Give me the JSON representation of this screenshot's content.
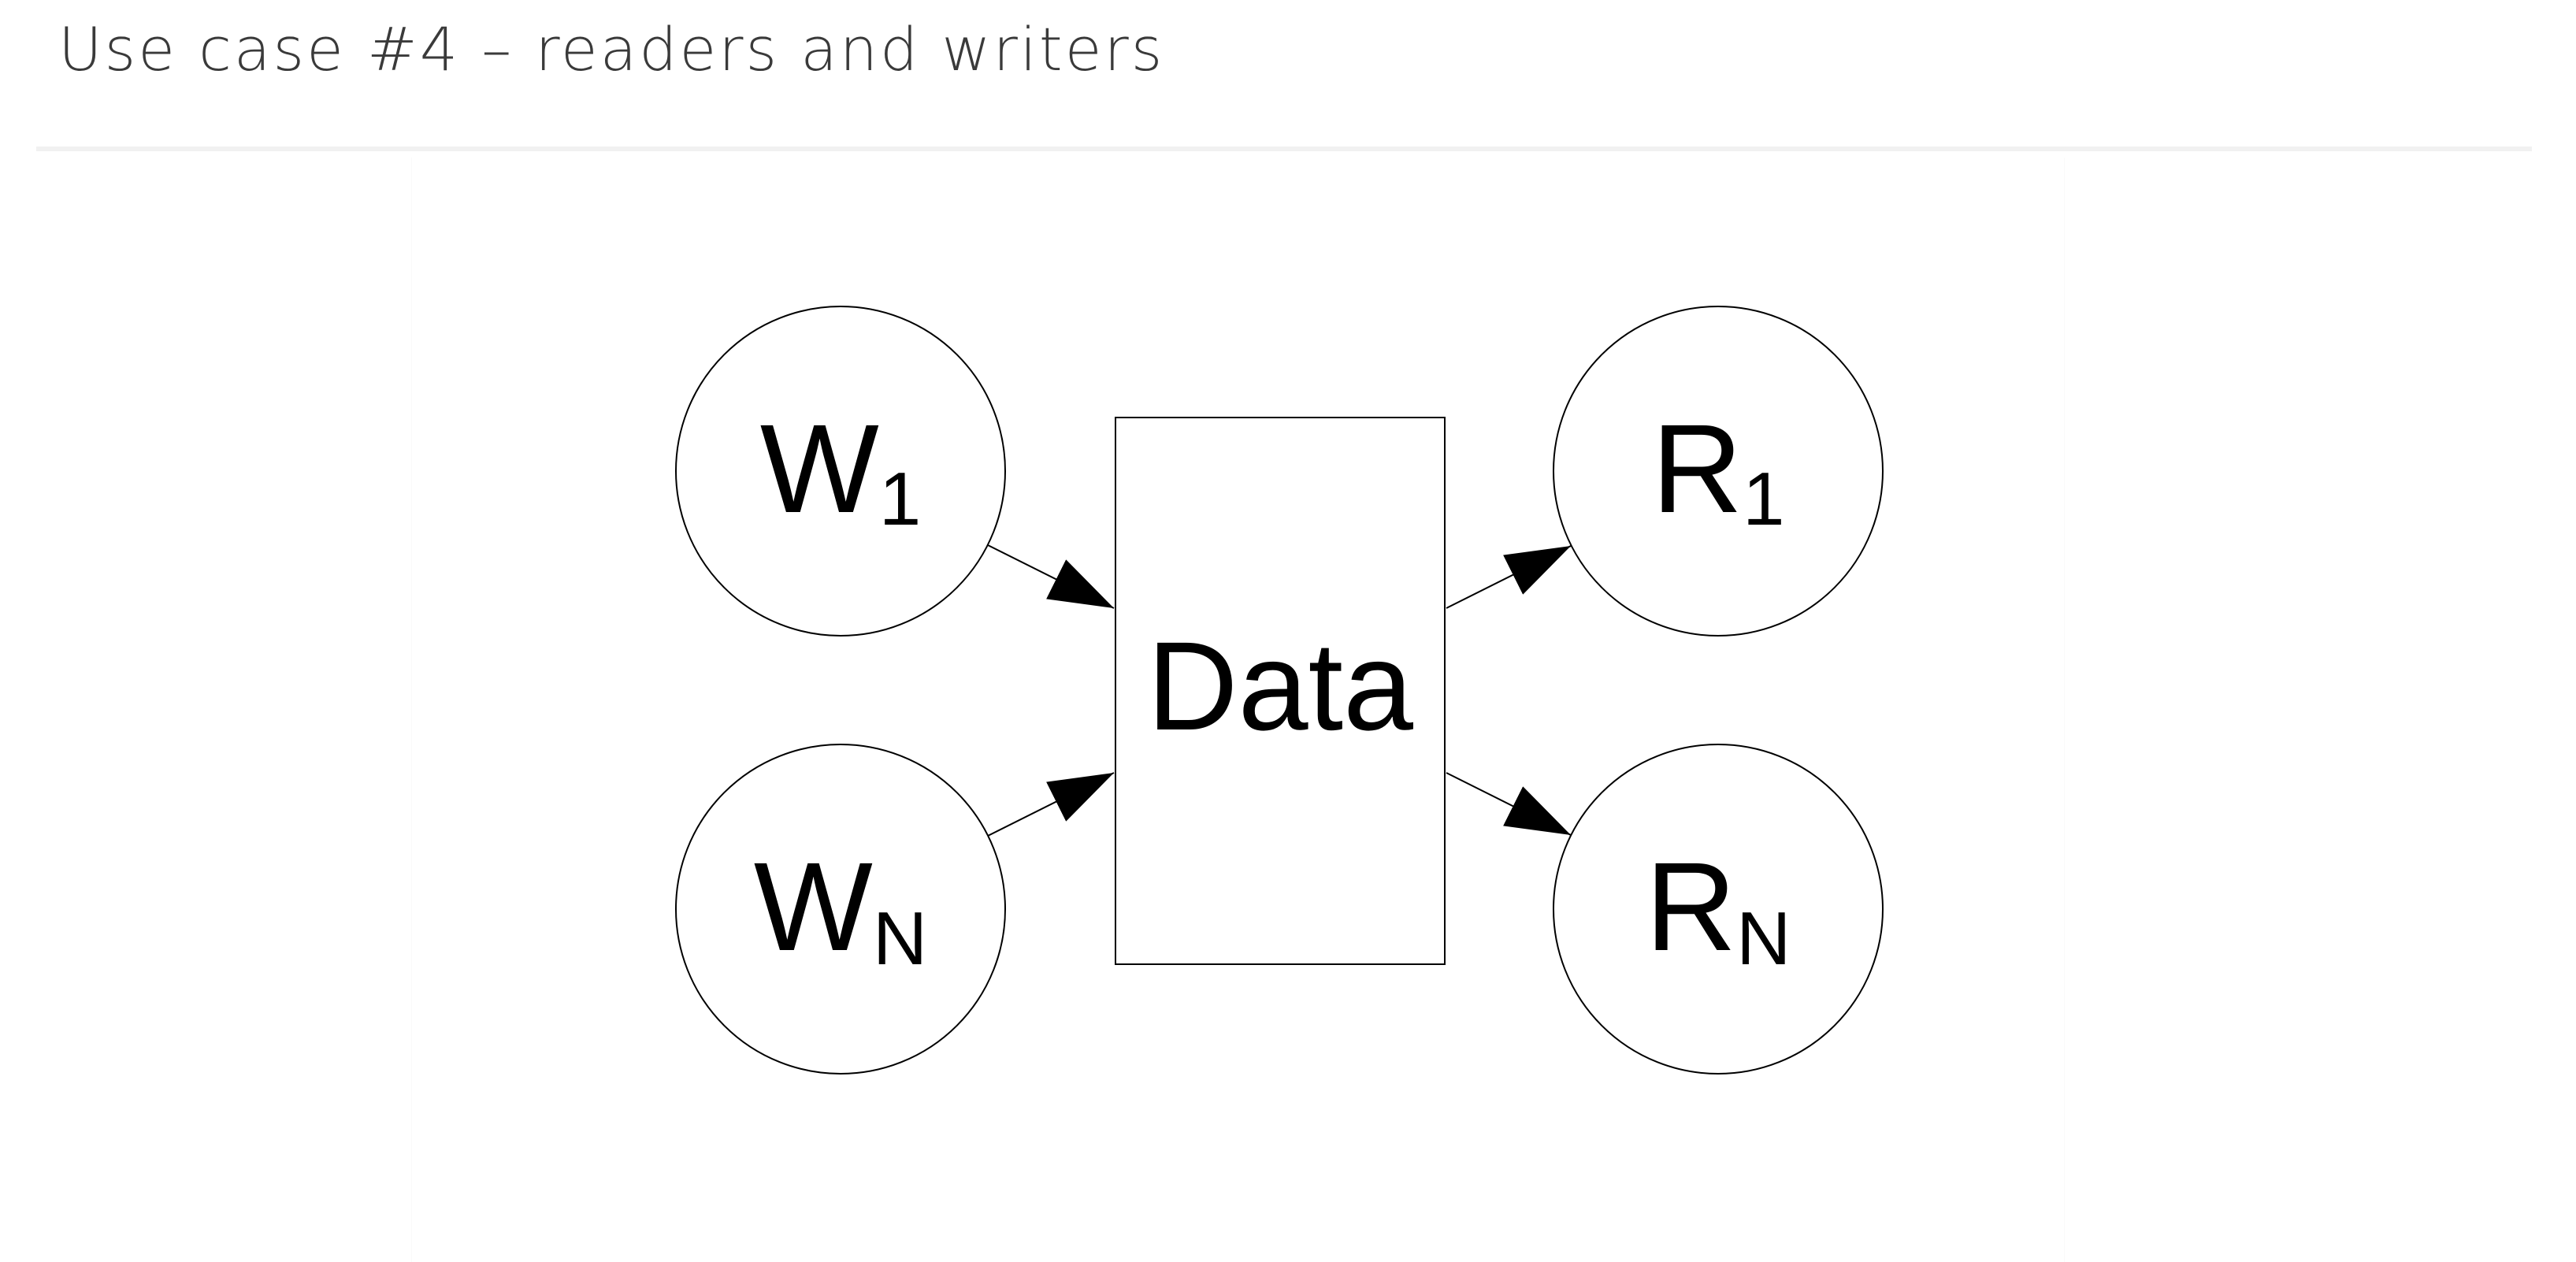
{
  "slide": {
    "title": "Use case #4 – readers and writers"
  },
  "diagram": {
    "colors": {
      "stroke": "#000000",
      "fill": "#ffffff",
      "title": "#3a3a3a"
    },
    "nodes": {
      "writer_1": {
        "main": "W",
        "sub": "1"
      },
      "writer_n": {
        "main": "W",
        "sub": "N"
      },
      "data": {
        "label": "Data"
      },
      "reader_1": {
        "main": "R",
        "sub": "1"
      },
      "reader_n": {
        "main": "R",
        "sub": "N"
      }
    }
  }
}
